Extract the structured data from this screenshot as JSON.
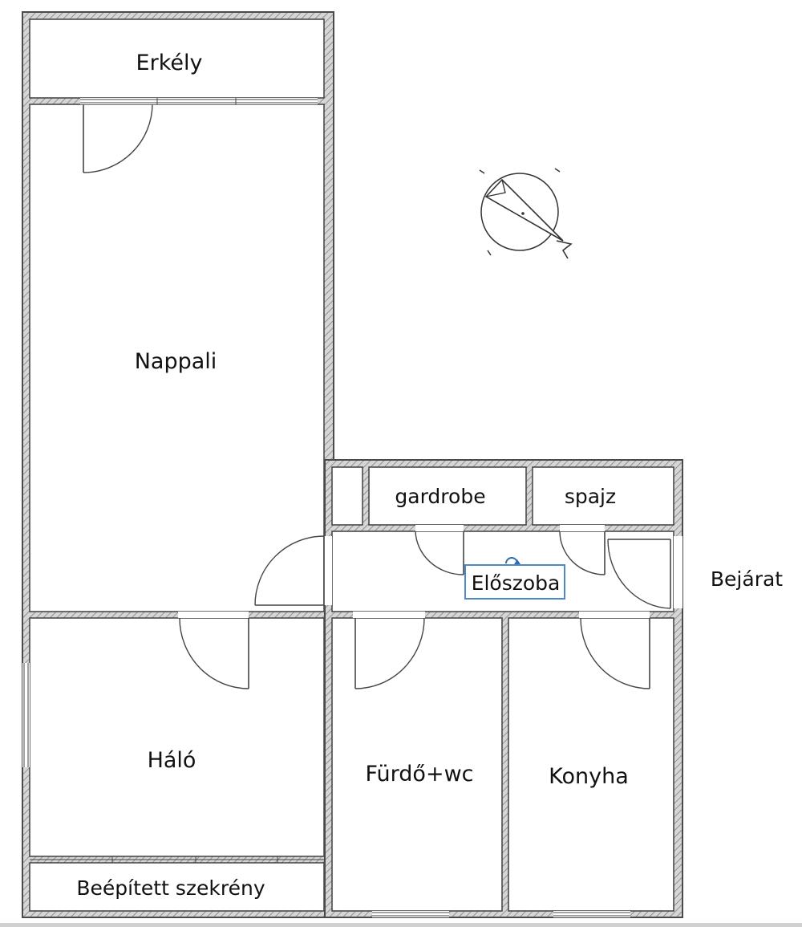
{
  "rooms": {
    "erkely": "Erkély",
    "nappali": "Nappali",
    "gardrobe": "gardrobe",
    "spajz": "spajz",
    "eloszoba": "Előszoba",
    "halo": "Háló",
    "furdo": "Fürdő+wc",
    "konyha": "Konyha",
    "szekreny": "Beépített szekrény"
  },
  "labels": {
    "bejarat": "Bejárat"
  },
  "icons": {
    "compass": "north-arrow-icon"
  }
}
